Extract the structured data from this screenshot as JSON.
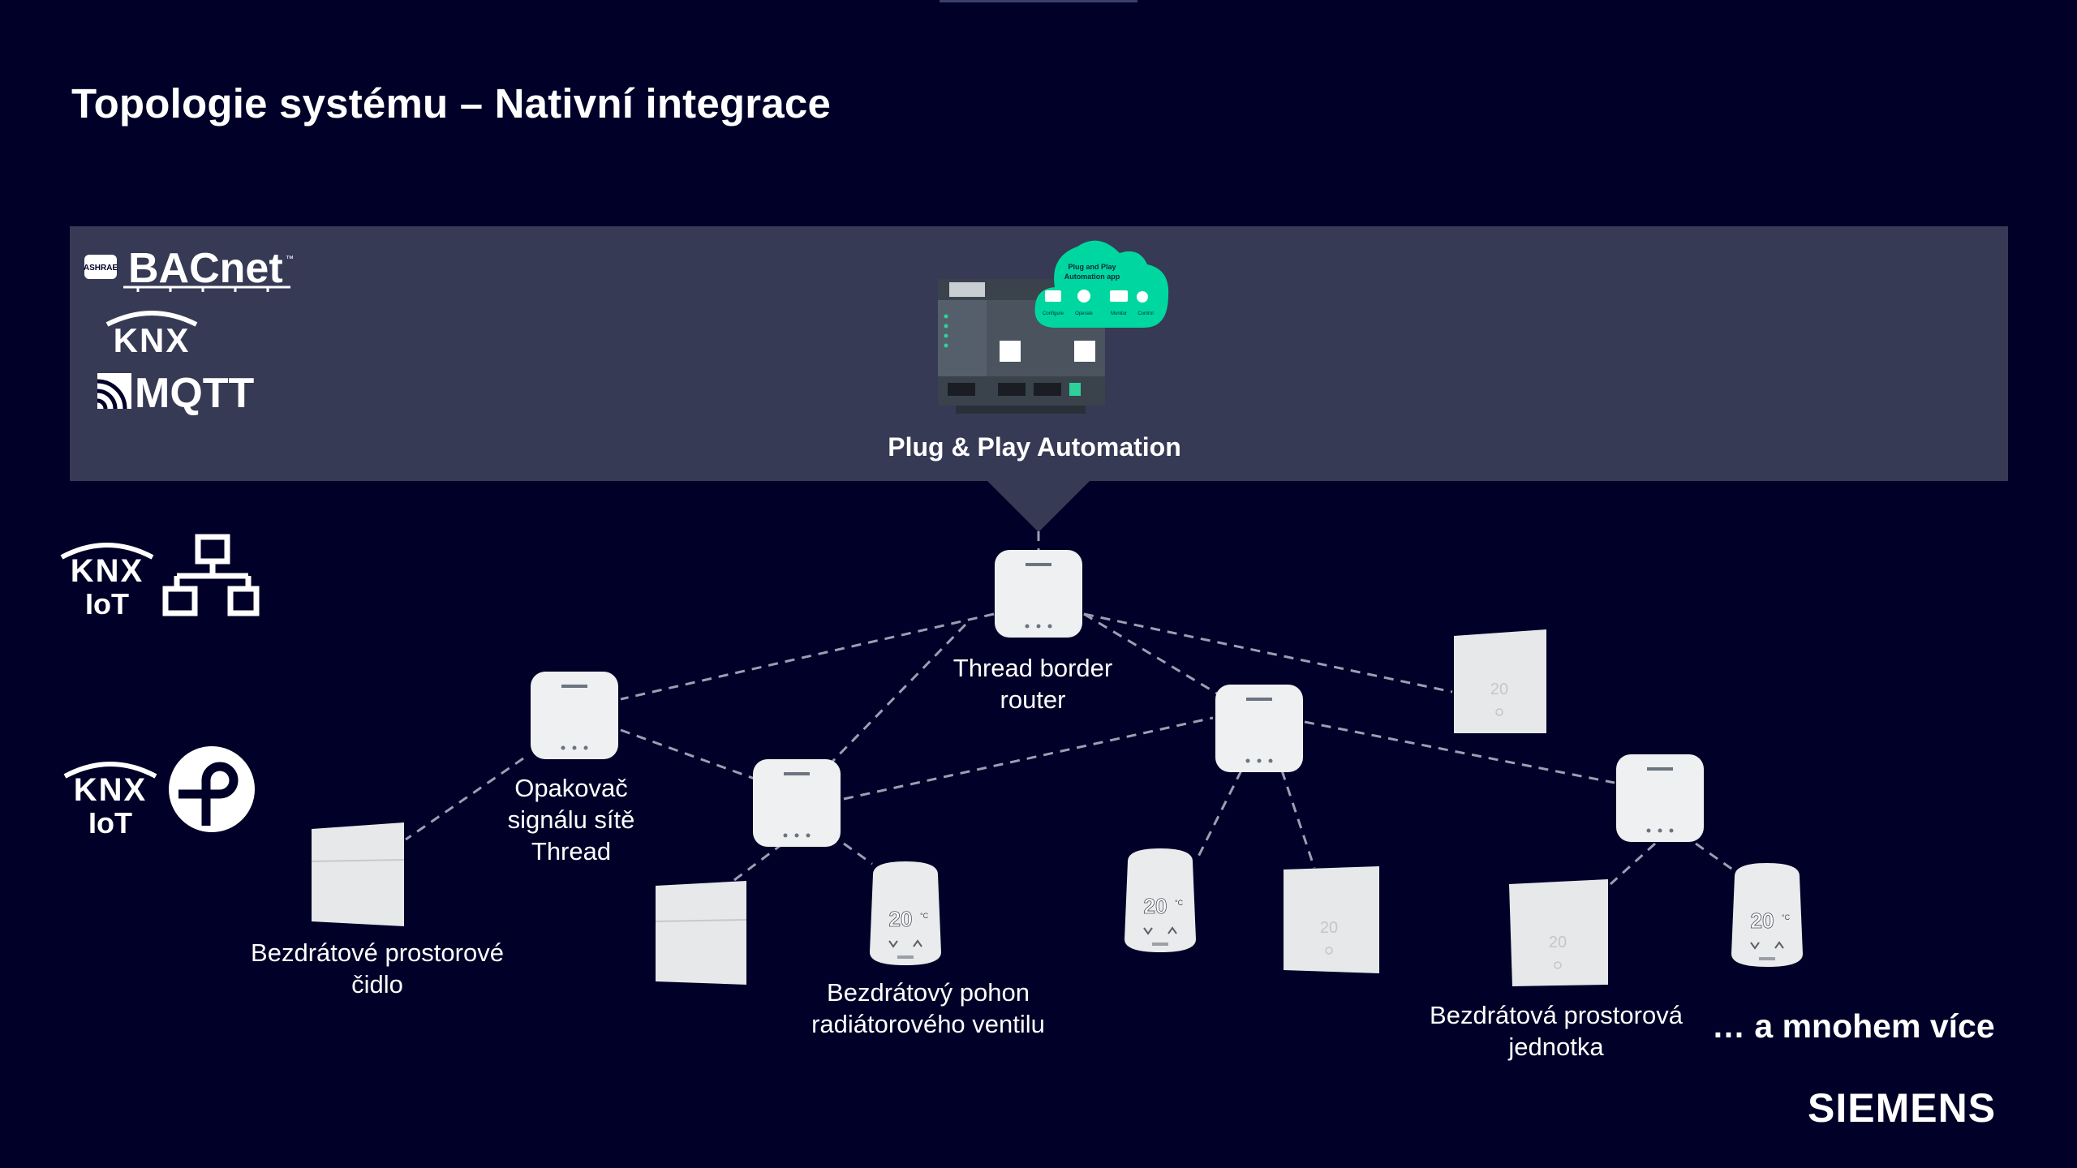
{
  "page": {
    "title": "Topologie systému – Nativní integrace",
    "brand": "SIEMENS",
    "more_text": "… a mnohem více"
  },
  "protocols": {
    "bacnet": {
      "text": "BACnet",
      "badge": "ASHRAE",
      "tm": "™"
    },
    "knx": "KNX",
    "mqtt": "MQTT",
    "knx_iot": {
      "line1": "KNX",
      "line2": "IoT"
    }
  },
  "controller": {
    "label": "Plug & Play Automation",
    "app_title_line1": "Plug and Play",
    "app_title_line2": "Automation app",
    "app_actions": [
      "Configure",
      "Operate",
      "Monitor",
      "Control"
    ]
  },
  "labels": {
    "border_router": [
      "Thread border",
      "router"
    ],
    "repeater": [
      "Opakovač",
      "signálu sítě",
      "Thread"
    ],
    "room_sensor": [
      "Bezdrátové prostorové",
      "čidlo"
    ],
    "valve_actuator": [
      "Bezdrátový pohon",
      "radiátorového ventilu"
    ],
    "room_unit": [
      "Bezdrátová prostorová",
      "jednotka"
    ]
  },
  "device_display": {
    "valve_reading": "20",
    "valve_unit": "°C",
    "unit_reading": "20"
  },
  "colors": {
    "background": "#000028",
    "panel": "#373a55",
    "cloud": "#00d7a0",
    "device": "#eef0f1",
    "link": "#9a9fb3"
  }
}
